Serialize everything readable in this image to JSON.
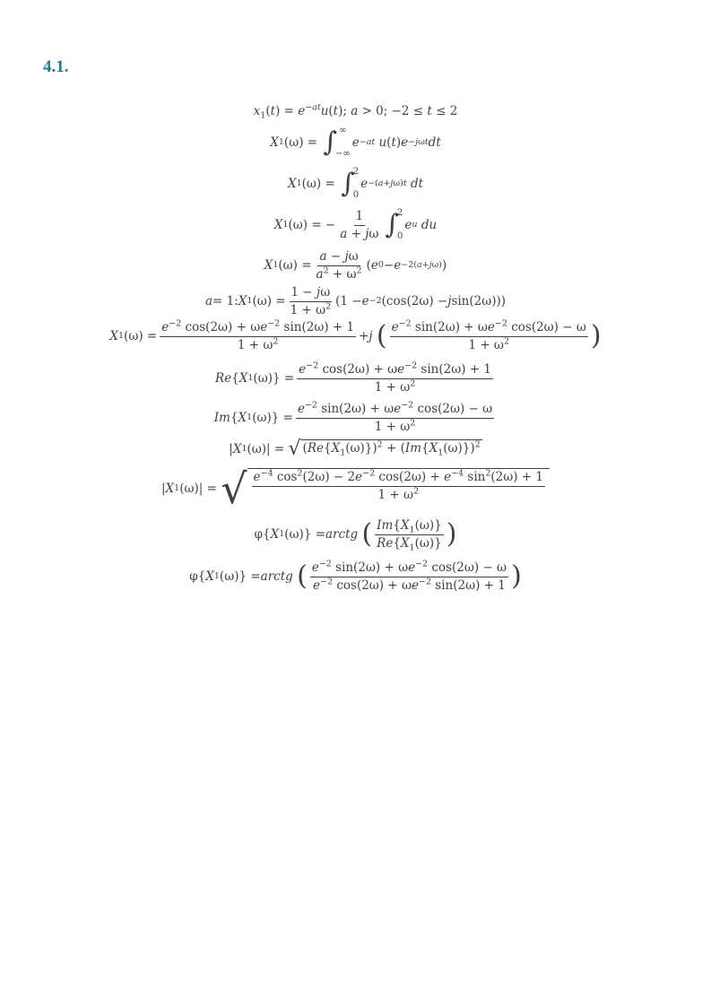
{
  "heading": "4.1.",
  "equations": {
    "eq1": "x₁(t) = e^{−at}u(t); a > 0; −2 ≤ t ≤ 2",
    "eq2": "X₁(ω) = ∫_{−∞}^{∞} e^{−at} u(t)e^{−jωt}dt",
    "eq3": "X₁(ω) = ∫_0^2 e^{−(a+jω)t} dt",
    "eq4": "X₁(ω) = −1/(a + jω) ∫_0^2 e^u du",
    "eq5": "X₁(ω) = (a − jω)/(a² + ω²) (e⁰ − e^{−2(a+jω)})",
    "eq6": "a = 1: X₁(ω) = (1 − jω)/(1 + ω²) (1 − e^{−2}(cos(2ω) − j sin(2ω)))",
    "eq7": "X₁(ω) = (e^{−2} cos(2ω) + ωe^{−2} sin(2ω) + 1)/(1 + ω²) + j((e^{−2} sin(2ω) + ωe^{−2} cos(2ω) − ω)/(1 + ω²))",
    "eq8": "Re{X₁(ω)} = (e^{−2} cos(2ω) + ωe^{−2} sin(2ω) + 1)/(1 + ω²)",
    "eq9": "Im{X₁(ω)} = (e^{−2} sin(2ω) + ωe^{−2} cos(2ω) − ω)/(1 + ω²)",
    "eq10": "|X₁(ω)| = √((Re{X₁(ω)})² + (Im{X₁(ω)})²)",
    "eq11": "|X₁(ω)| = √((e^{−4} cos²(2ω) − 2e^{−2} cos(2ω) + e^{−4} sin²(2ω) + 1)/(1 + ω²))",
    "eq12": "φ{X₁(ω)} = arctg(Im{X₁(ω)}/Re{X₁(ω)})",
    "eq13": "φ{X₁(ω)} = arctg((e^{−2} sin(2ω) + ωe^{−2} cos(2ω) − ω)/(e^{−2} cos(2ω) + ωe^{−2} sin(2ω) + 1))"
  },
  "colors": {
    "heading": "#1f7a8c",
    "text": "#404040"
  }
}
